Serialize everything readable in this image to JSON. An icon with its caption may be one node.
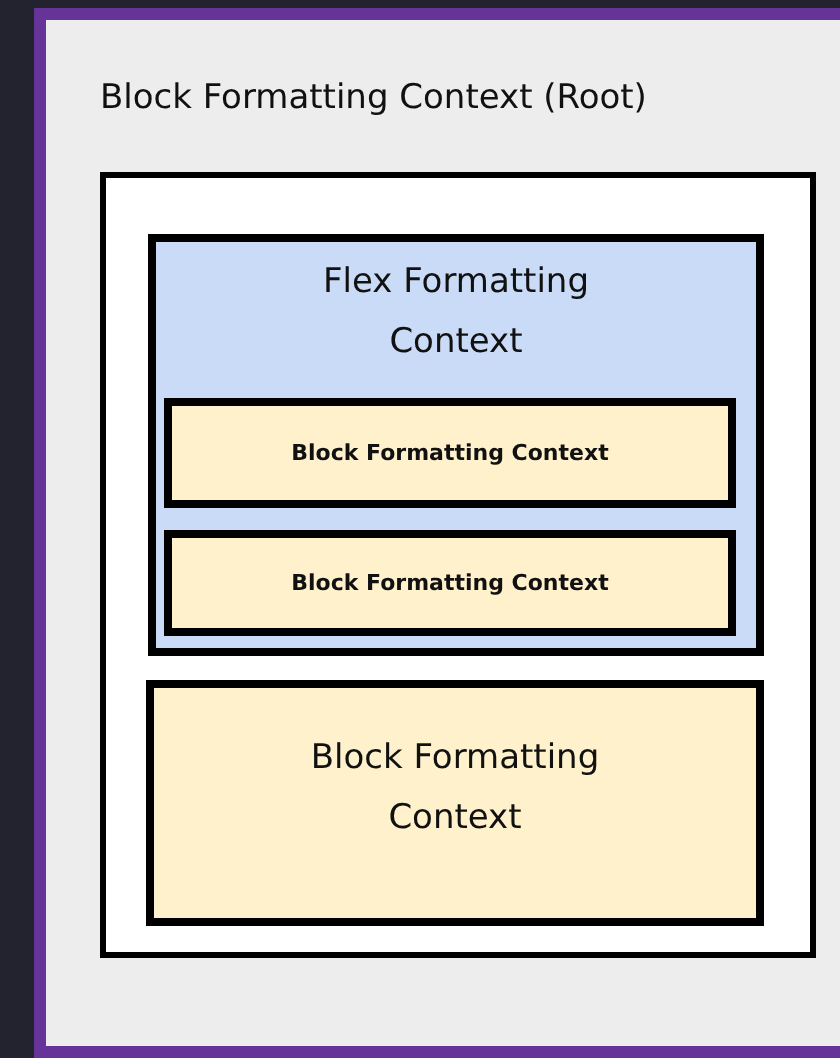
{
  "diagram": {
    "nodes": [
      {
        "text": [
          "Block Formatting Context (Root)"
        ]
      },
      {
        "text": [],
        "shape": "box",
        "in": 0
      },
      {
        "text": [
          "Flex Formatting Context"
        ],
        "in": 1
      },
      {
        "text": [
          "Block Formatting Context"
        ],
        "in": 2
      },
      {
        "text": [
          "Block Formatting Context"
        ],
        "in": 2
      },
      {
        "text": [
          "Block Formatting Context"
        ],
        "in": 1
      }
    ]
  }
}
